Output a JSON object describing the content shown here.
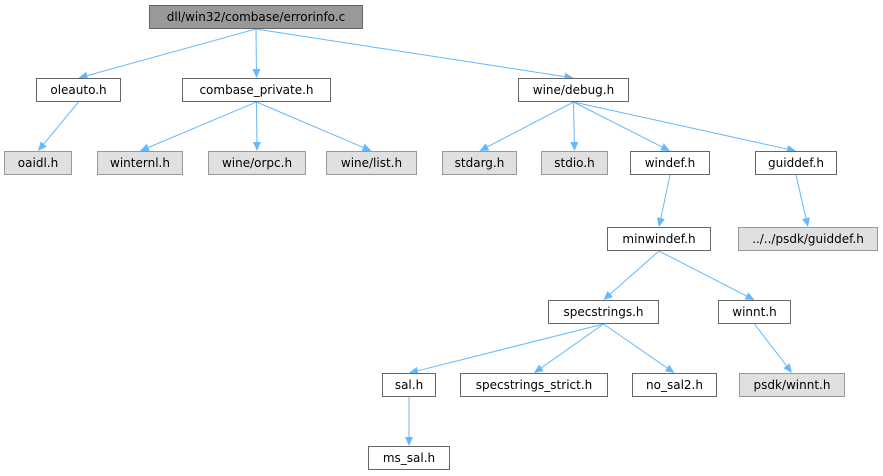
{
  "graph": {
    "edge_color": "#63b8ff",
    "colors": {
      "root_fill": "#999999",
      "documented_fill": "#ffffff",
      "external_fill": "#e0e0e0",
      "border": "#666666"
    },
    "nodes": [
      {
        "id": "errorinfo",
        "label": "dll/win32/combase/errorinfo.c",
        "kind": "root"
      },
      {
        "id": "oleauto",
        "label": "oleauto.h",
        "kind": "documented"
      },
      {
        "id": "combase_private",
        "label": "combase_private.h",
        "kind": "documented"
      },
      {
        "id": "wine_debug",
        "label": "wine/debug.h",
        "kind": "documented"
      },
      {
        "id": "oaidl",
        "label": "oaidl.h",
        "kind": "external"
      },
      {
        "id": "winternl",
        "label": "winternl.h",
        "kind": "external"
      },
      {
        "id": "wine_orpc",
        "label": "wine/orpc.h",
        "kind": "external"
      },
      {
        "id": "wine_list",
        "label": "wine/list.h",
        "kind": "external"
      },
      {
        "id": "stdarg",
        "label": "stdarg.h",
        "kind": "external"
      },
      {
        "id": "stdio",
        "label": "stdio.h",
        "kind": "external"
      },
      {
        "id": "windef",
        "label": "windef.h",
        "kind": "documented"
      },
      {
        "id": "guiddef",
        "label": "guiddef.h",
        "kind": "documented"
      },
      {
        "id": "psdk_guiddef",
        "label": "../../psdk/guiddef.h",
        "kind": "external"
      },
      {
        "id": "minwindef",
        "label": "minwindef.h",
        "kind": "documented"
      },
      {
        "id": "specstrings",
        "label": "specstrings.h",
        "kind": "documented"
      },
      {
        "id": "winnt",
        "label": "winnt.h",
        "kind": "documented"
      },
      {
        "id": "sal",
        "label": "sal.h",
        "kind": "documented"
      },
      {
        "id": "specstrings_strict",
        "label": "specstrings_strict.h",
        "kind": "documented"
      },
      {
        "id": "no_sal2",
        "label": "no_sal2.h",
        "kind": "documented"
      },
      {
        "id": "psdk_winnt",
        "label": "psdk/winnt.h",
        "kind": "external"
      },
      {
        "id": "ms_sal",
        "label": "ms_sal.h",
        "kind": "documented"
      }
    ],
    "edges": [
      {
        "from": "errorinfo",
        "to": "oleauto"
      },
      {
        "from": "errorinfo",
        "to": "combase_private"
      },
      {
        "from": "errorinfo",
        "to": "wine_debug"
      },
      {
        "from": "oleauto",
        "to": "oaidl"
      },
      {
        "from": "combase_private",
        "to": "winternl"
      },
      {
        "from": "combase_private",
        "to": "wine_orpc"
      },
      {
        "from": "combase_private",
        "to": "wine_list"
      },
      {
        "from": "wine_debug",
        "to": "stdarg"
      },
      {
        "from": "wine_debug",
        "to": "stdio"
      },
      {
        "from": "wine_debug",
        "to": "windef"
      },
      {
        "from": "wine_debug",
        "to": "guiddef"
      },
      {
        "from": "windef",
        "to": "minwindef"
      },
      {
        "from": "guiddef",
        "to": "psdk_guiddef"
      },
      {
        "from": "minwindef",
        "to": "specstrings"
      },
      {
        "from": "minwindef",
        "to": "winnt"
      },
      {
        "from": "specstrings",
        "to": "sal"
      },
      {
        "from": "specstrings",
        "to": "specstrings_strict"
      },
      {
        "from": "specstrings",
        "to": "no_sal2"
      },
      {
        "from": "winnt",
        "to": "psdk_winnt"
      },
      {
        "from": "sal",
        "to": "ms_sal"
      }
    ]
  }
}
